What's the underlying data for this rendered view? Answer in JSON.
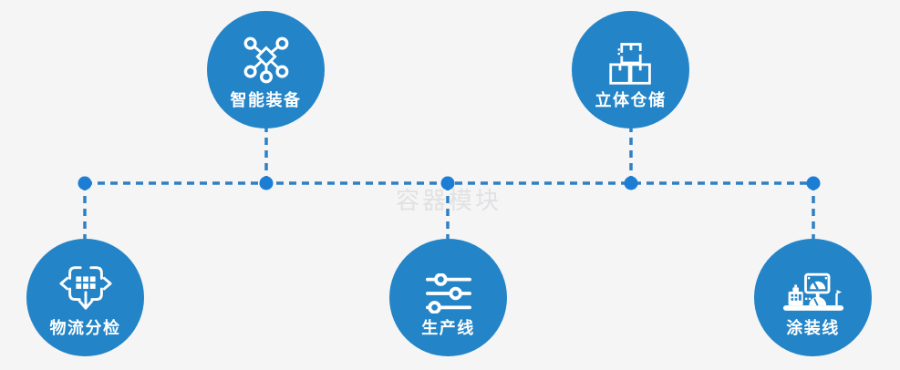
{
  "watermark": "容器模块",
  "colors": {
    "background": "#f5f5f6",
    "node_circle": "#2384c7",
    "dashed_line": "#2e80c4",
    "junction_dot": "#1b7dd3",
    "label_text": "#ffffff",
    "watermark_text": "#e1e1e3"
  },
  "nodes": [
    {
      "id": "smart-equipment",
      "label": "智能装备",
      "icon": "network-nodes-icon",
      "row": "top"
    },
    {
      "id": "stereo-warehouse",
      "label": "立体仓储",
      "icon": "stacked-boxes-icon",
      "row": "top"
    },
    {
      "id": "logistics-sorting",
      "label": "物流分检",
      "icon": "sorting-arrows-icon",
      "row": "bottom"
    },
    {
      "id": "production-line",
      "label": "生产线",
      "icon": "sliders-icon",
      "row": "bottom"
    },
    {
      "id": "painting-line",
      "label": "涂装线",
      "icon": "machine-gauge-icon",
      "row": "bottom"
    }
  ],
  "connections": [
    {
      "from": "horizontal-bus",
      "to": "smart-equipment"
    },
    {
      "from": "horizontal-bus",
      "to": "stereo-warehouse"
    },
    {
      "from": "horizontal-bus",
      "to": "logistics-sorting"
    },
    {
      "from": "horizontal-bus",
      "to": "production-line"
    },
    {
      "from": "horizontal-bus",
      "to": "painting-line"
    }
  ]
}
